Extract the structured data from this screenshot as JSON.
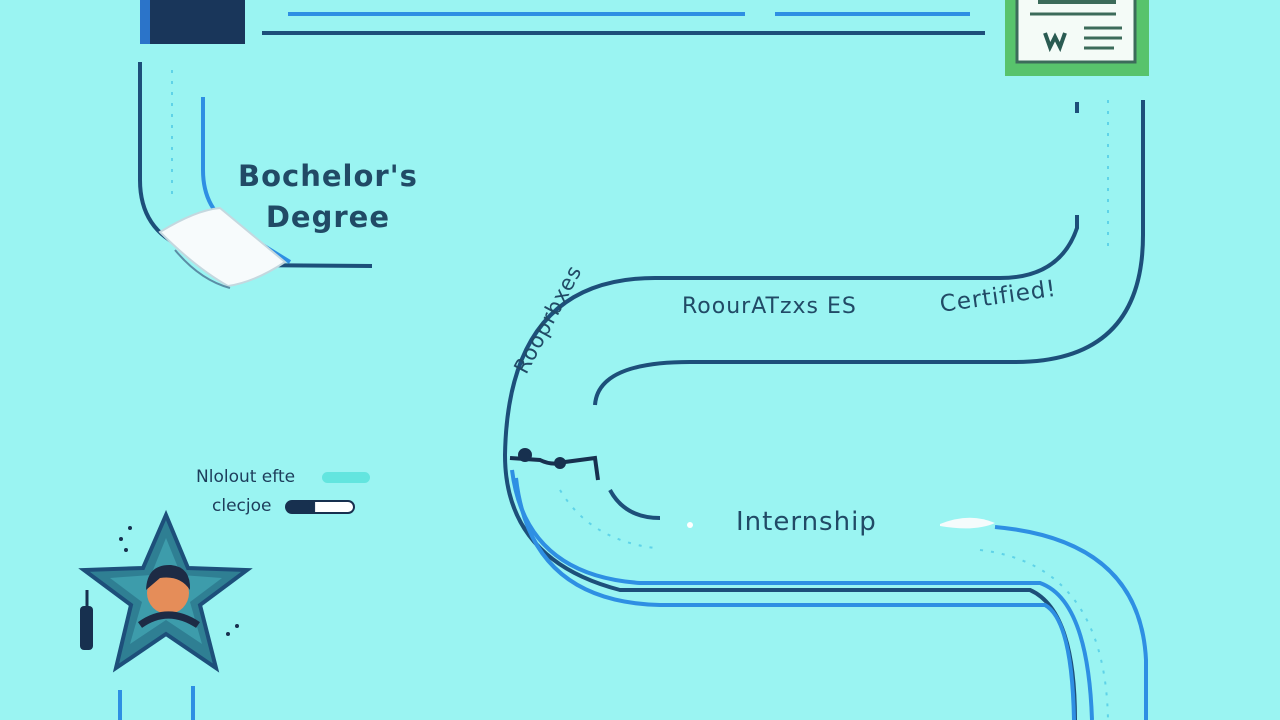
{
  "labels": {
    "degree_line1": "Bochelor's",
    "degree_line2": "Degree",
    "curve_text": "Rooprbxes",
    "projects": "RoourATzxs ES",
    "certified": "Certified!",
    "internship": "Internship",
    "side_line1": "Nlolout efte",
    "side_line2": "clecjoe"
  },
  "colors": {
    "background": "#9af4f2",
    "road": "#1d4f7a",
    "road_accent": "#2e8fe3",
    "label": "#214a66",
    "certificate_frame": "#58c36c",
    "star": "#2f7f93"
  },
  "icons": {
    "top_block": "bookmark-block-icon",
    "certificate": "certificate-icon",
    "cap": "graduation-cap-icon",
    "star_badge": "star-avatar-icon",
    "toggle": "toggle-pill-icon"
  }
}
